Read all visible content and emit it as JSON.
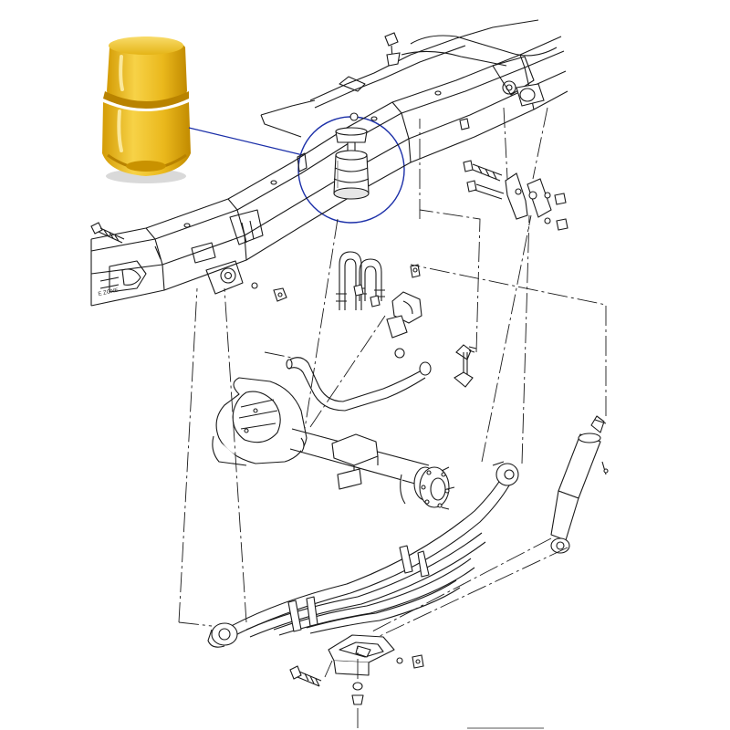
{
  "diagram": {
    "frame_marking": "E ZONE",
    "colors": {
      "line": "#1a1a1a",
      "callout": "#1b2fa8",
      "bumper_light": "#f7d247",
      "bumper_mid": "#e8b516",
      "bumper_dark": "#c99200",
      "shadow": "#b9b9b9"
    },
    "icons": [
      "bump-stop-photo",
      "leaf-spring",
      "shock-absorber",
      "stabilizer-bar",
      "axle-housing",
      "u-bolt",
      "bolt",
      "nut",
      "washer",
      "bracket"
    ]
  }
}
